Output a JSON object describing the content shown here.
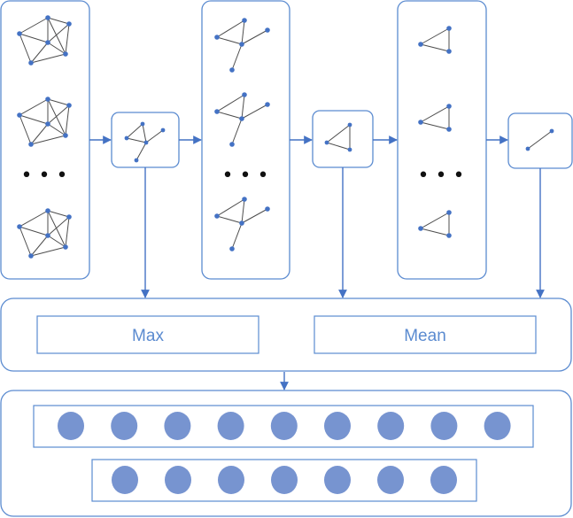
{
  "pooling": {
    "max_label": "Max",
    "mean_label": "Mean"
  },
  "ellipsis": {
    "symbol": "• • •"
  },
  "output_layers": {
    "upper_row_nodes": 9,
    "lower_row_nodes": 7
  },
  "colors": {
    "frame_stroke": "#5b8bd0",
    "arrow": "#4472c4",
    "graph_edge": "#4d4d4d",
    "graph_node": "#4472c4",
    "neuron_fill": "#7794d0",
    "label_text": "#5b8bd0"
  }
}
